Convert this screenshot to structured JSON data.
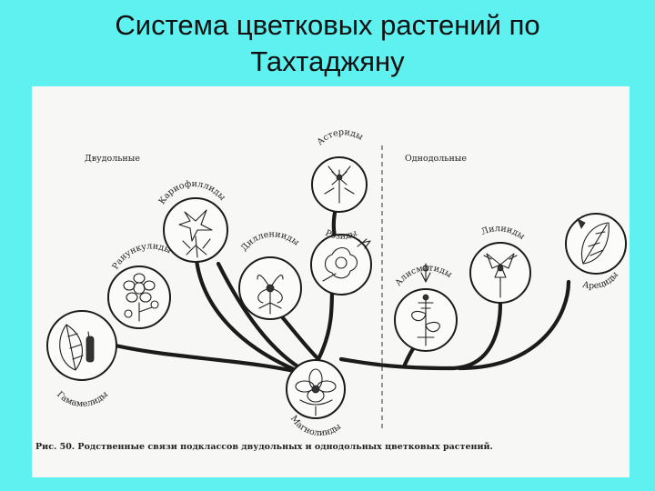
{
  "title": {
    "line1": "Система цветковых растений по",
    "line2": "Тахтаджяну"
  },
  "figure": {
    "group_left": "Двудольные",
    "group_right": "Однодольные",
    "nodes": {
      "magnoliids": "Магнолииды",
      "hamamelids": "Гамамелиды",
      "ranunculids": "Ранункулиды",
      "caryophyllids": "Кариофиллиды",
      "dilleniids": "Дилленииды",
      "rosids": "Розиды",
      "asterids": "Астериды",
      "alismatids": "Алисматиды",
      "liliids": "Лилииды",
      "arecids": "Арециды"
    },
    "caption": "Рис. 50. Родственные связи подклассов двудольных и однодольных цветковых растений."
  },
  "colors": {
    "background": "#5ff0f0",
    "figure_paper": "#f7f7f5",
    "ink": "#1b1b1b"
  }
}
